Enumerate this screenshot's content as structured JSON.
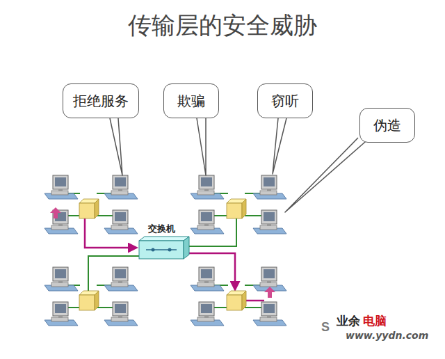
{
  "diagram": {
    "title": "传输层的安全威胁",
    "nodes": [
      {
        "text": [
          "拒绝服务"
        ]
      },
      {
        "text": [
          "欺骗"
        ]
      },
      {
        "text": [
          "窃听"
        ]
      },
      {
        "text": [
          "伪造"
        ]
      },
      {
        "text": [
          "交换机"
        ]
      }
    ],
    "labels": [
      "业余",
      "电脑",
      "www.yydn.com"
    ]
  }
}
